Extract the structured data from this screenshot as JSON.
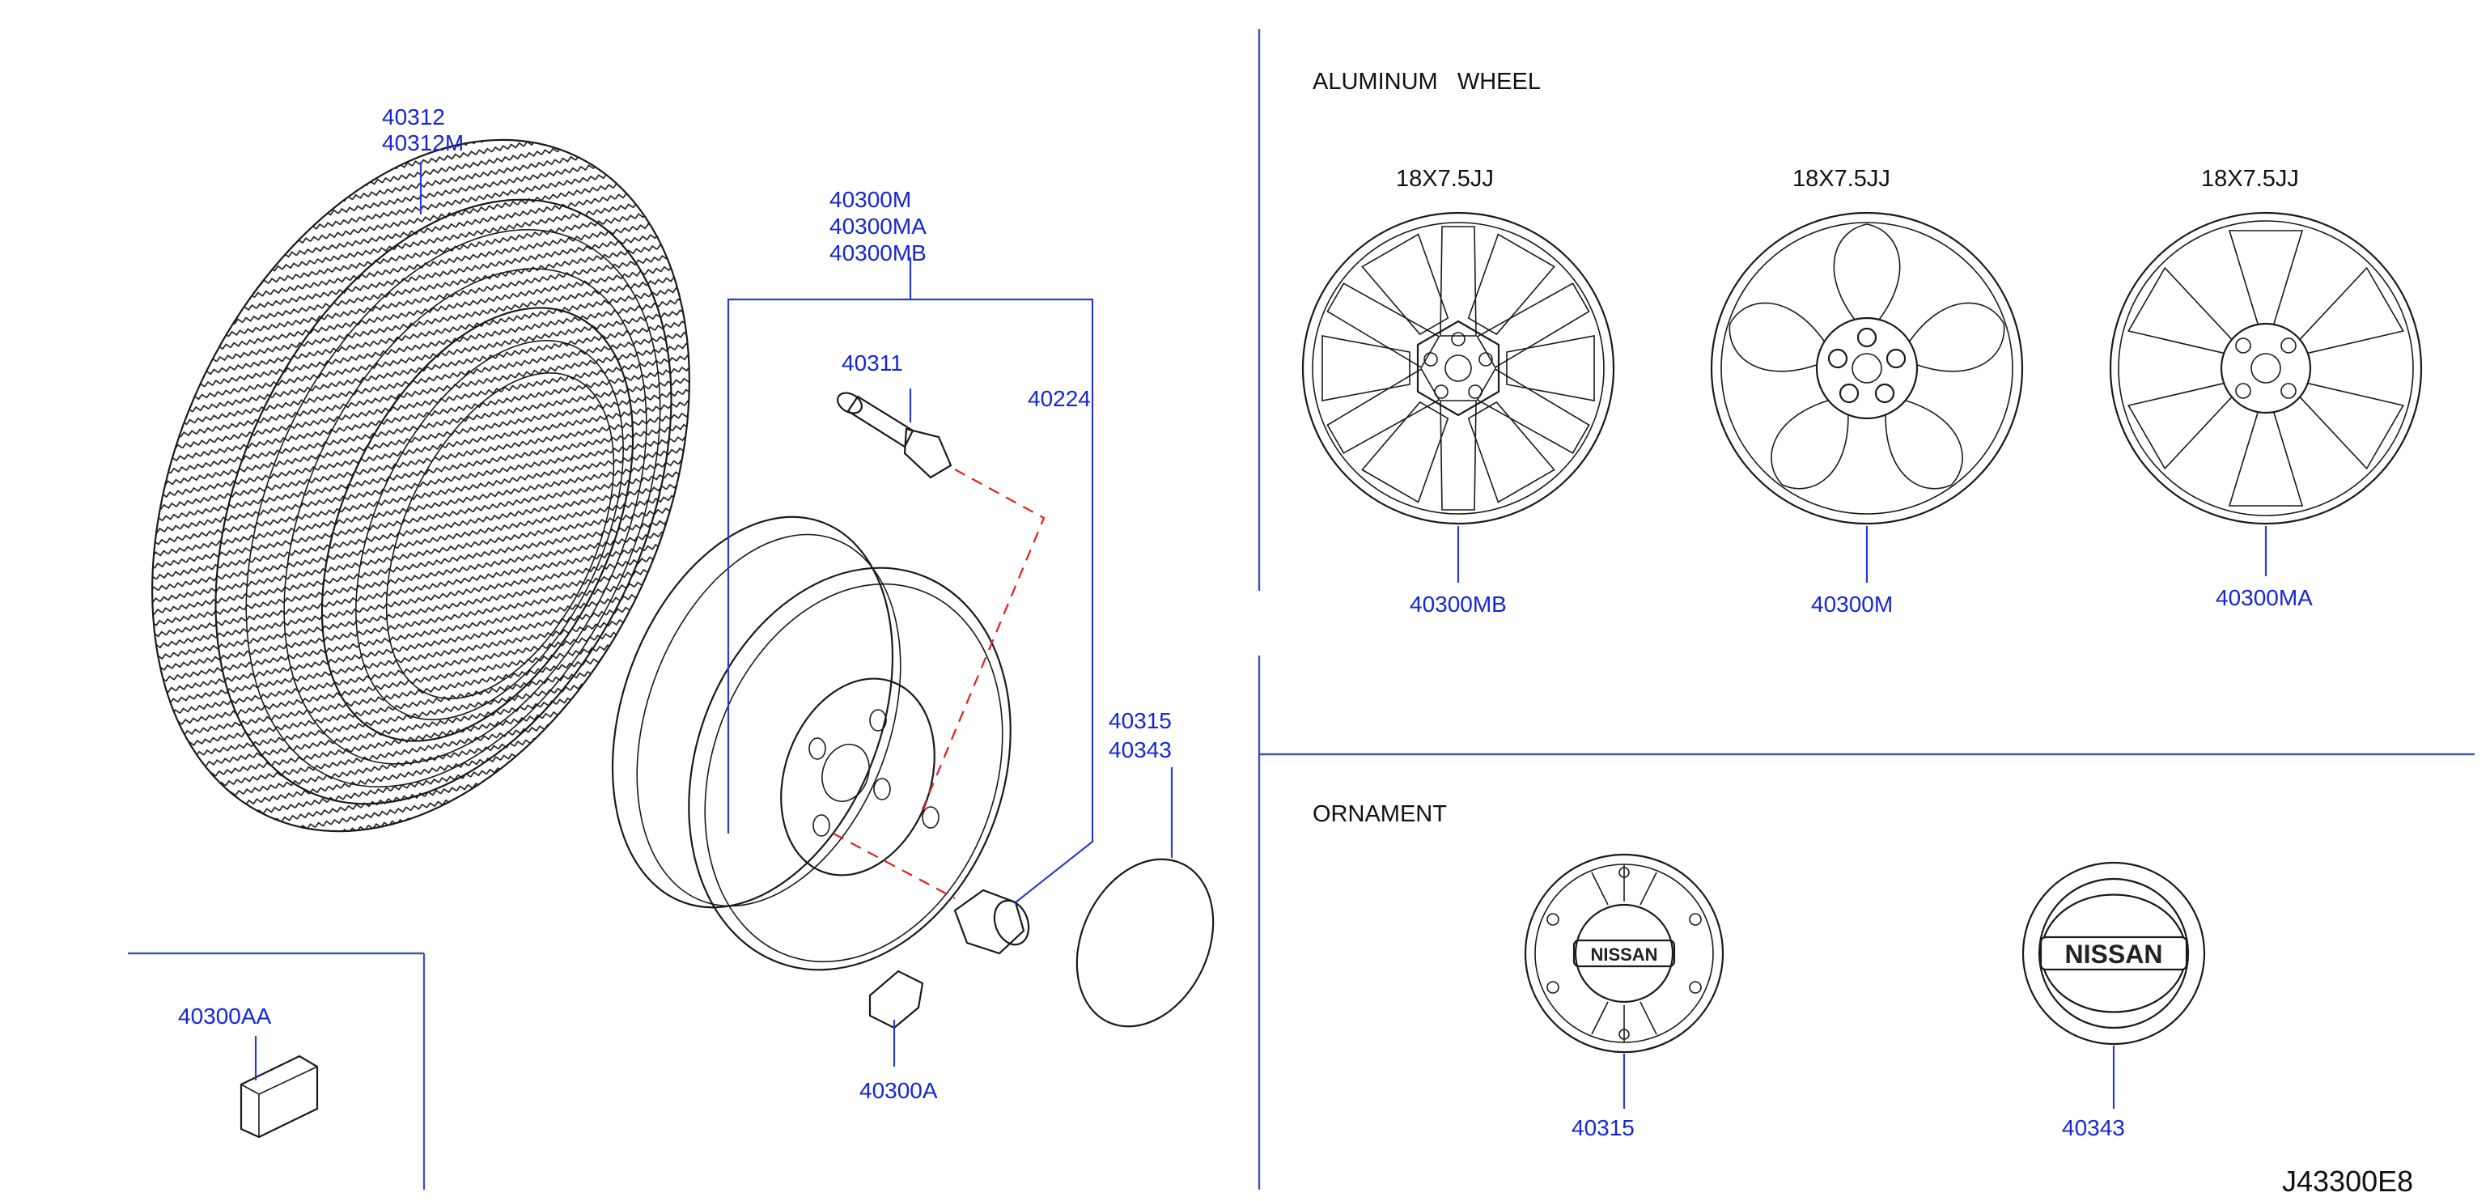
{
  "sections": {
    "aluminum_wheel": "ALUMINUM   WHEEL",
    "ornament": "ORNAMENT"
  },
  "wheel_sizes": [
    "18X7.5JJ",
    "18X7.5JJ",
    "18X7.5JJ"
  ],
  "parts": {
    "tire": [
      "40312",
      "40312M"
    ],
    "wheel_assy": [
      "40300M",
      "40300MA",
      "40300MB"
    ],
    "valve": "40311",
    "nut": "40224",
    "cap": [
      "40315",
      "40343"
    ],
    "balance_weight_a": "40300A",
    "balance_weight_aa": "40300AA",
    "wheel_1": "40300MB",
    "wheel_2": "40300M",
    "wheel_3": "40300MA",
    "ornament_1": "40315",
    "ornament_2": "40343"
  },
  "logo_text": "NISSAN",
  "diagram_code": "J43300E8",
  "colors": {
    "part_number": "#1426d8",
    "frame": "#3c5aa8",
    "dashed_guide": "#e02020"
  }
}
